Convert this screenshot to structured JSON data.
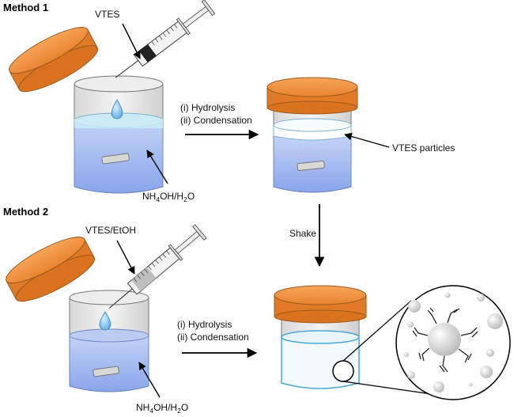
{
  "method1": {
    "heading": "Method 1",
    "syringe_label": "VTES",
    "solution_label": {
      "base": "NH",
      "s1": "4",
      "mid": "OH/H",
      "s2": "2",
      "end": "O"
    },
    "step1": "(i) Hydrolysis",
    "step2": "(ii) Condensation",
    "particles_label": "VTES particles"
  },
  "method2": {
    "heading": "Method 2",
    "syringe_label": "VTES/EtOH",
    "solution_label": {
      "base": "NH",
      "s1": "4",
      "mid": "OH/H",
      "s2": "2",
      "end": "O"
    },
    "step1": "(i) Hydrolysis",
    "step2": "(ii) Condensation"
  },
  "shake_label": "Shake",
  "colors": {
    "lid": "#f2923e",
    "liquid": "#9fbaf0",
    "particle_layer": "#cde9f6",
    "glass": "#e3e3e3",
    "jar_body": "#d6d6d6"
  }
}
